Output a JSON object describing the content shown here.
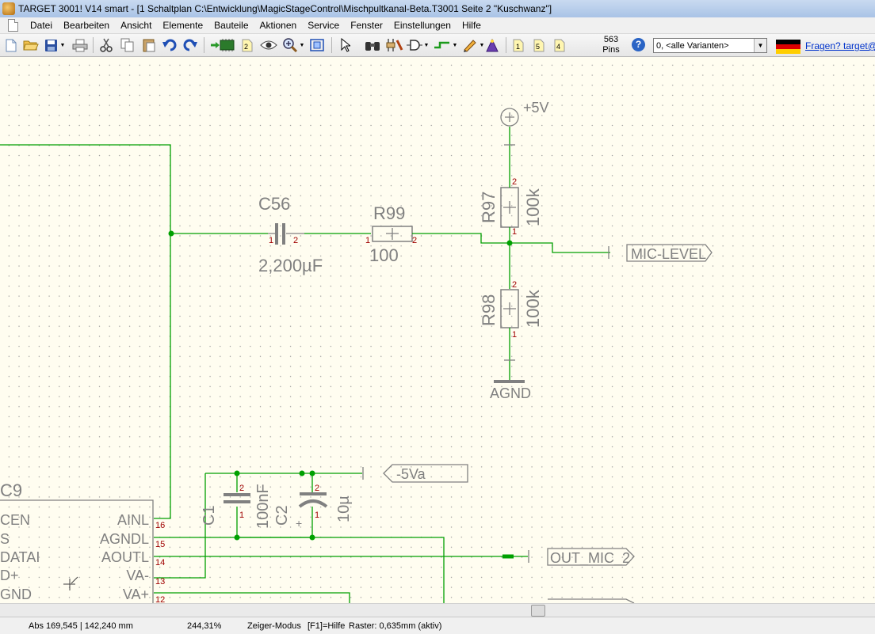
{
  "window": {
    "title": "TARGET 3001! V14 smart - [1 Schaltplan C:\\Entwicklung\\MagicStageControl\\Mischpultkanal-Beta.T3001 Seite 2 \"Kuschwanz\"]"
  },
  "menu": [
    "Datei",
    "Bearbeiten",
    "Ansicht",
    "Elemente",
    "Bauteile",
    "Aktionen",
    "Service",
    "Fenster",
    "Einstellungen",
    "Hilfe"
  ],
  "toolbar": {
    "pin_count": "563",
    "pin_label": "Pins",
    "help_glyph": "?",
    "layer_buttons": [
      "2",
      "1",
      "5",
      "4"
    ],
    "variant_value": "0, <alle Varianten>",
    "contact_link": "Fragen? target@ib",
    "flag_colors": [
      "#000000",
      "#dd0000",
      "#ffce00"
    ]
  },
  "schematic": {
    "wire_color": "#00a000",
    "part_color": "#808080",
    "pin_color": "#a00000",
    "parts": {
      "c56": {
        "name": "C56",
        "value": "2,200µF",
        "pin1": "1",
        "pin2": "2"
      },
      "r99": {
        "name": "R99",
        "value": "100",
        "pin1": "1",
        "pin2": "2"
      },
      "r97": {
        "name": "R97",
        "value": "100k",
        "pin1": "1",
        "pin2": "2"
      },
      "r98": {
        "name": "R98",
        "value": "100k",
        "pin1": "1",
        "pin2": "2"
      },
      "c1": {
        "name": "C1",
        "value": "100nF",
        "pin1": "1",
        "pin2": "2"
      },
      "c2": {
        "name": "C2",
        "value": "10µ",
        "pin1": "1",
        "pin2": "2",
        "polarity": "+"
      },
      "ic9": {
        "name": "C9",
        "left_pins": [
          "CEN",
          "S",
          "DATAI",
          "D+",
          "GND"
        ],
        "right_pins": [
          {
            "label": "AINL",
            "number": "16"
          },
          {
            "label": "AGNDL",
            "number": "15"
          },
          {
            "label": "AOUTL",
            "number": "14"
          },
          {
            "label": "VA-",
            "number": "13"
          },
          {
            "label": "VA+",
            "number": "12"
          }
        ]
      }
    },
    "power": {
      "vplus": "+5V",
      "agnd": "AGND"
    },
    "net_labels": {
      "mic_level": "MIC-LEVEL",
      "vminus": "-5Va",
      "out_mic": "OUT_MIC_2"
    }
  },
  "statusbar": {
    "coords": "Abs 169,545 | 142,240 mm",
    "zoom": "244,31%",
    "mode": "Zeiger-Modus",
    "help_hint": "[F1]=Hilfe",
    "grid": "Raster: 0,635mm (aktiv)"
  }
}
